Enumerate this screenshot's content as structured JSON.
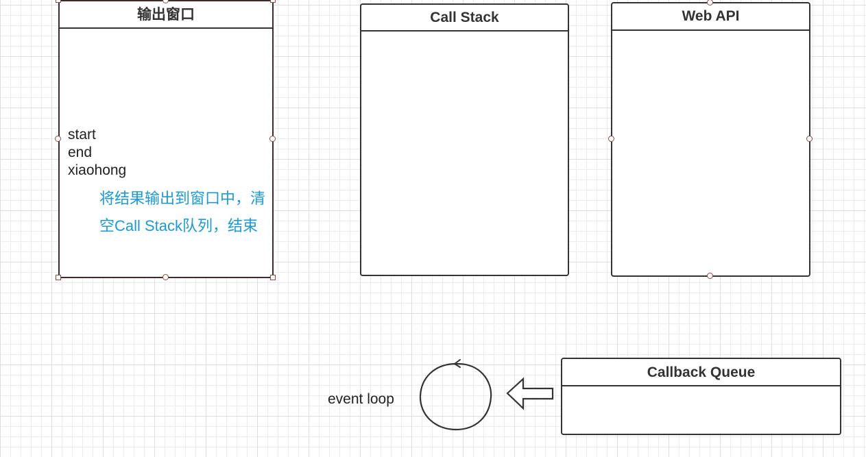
{
  "output_window": {
    "title": "输出窗口",
    "lines": [
      "start",
      "end",
      "xiaohong"
    ]
  },
  "annotation": {
    "text": "将结果输出到窗口中，清空Call Stack队列，结束",
    "color": "#1a9ad6"
  },
  "call_stack": {
    "title": "Call Stack"
  },
  "web_api": {
    "title": "Web API"
  },
  "callback_queue": {
    "title": "Callback Queue"
  },
  "event_loop": {
    "label": "event loop",
    "icon": "loop-circle-icon"
  },
  "arrow": {
    "icon": "arrow-left-icon",
    "direction": "left"
  },
  "colors": {
    "border": "#333333",
    "selected_border": "#3d2b2b",
    "handle": "#8a4a4a",
    "grid": "#ececec"
  }
}
